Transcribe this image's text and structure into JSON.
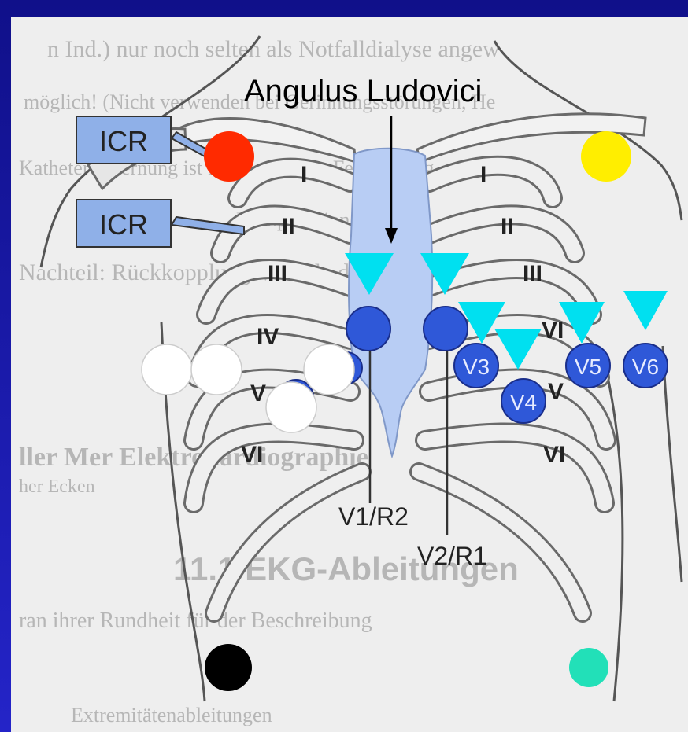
{
  "heading": "Angulus Ludovici",
  "callouts": [
    "ICR",
    "ICR"
  ],
  "rib_labels_left": [
    "I",
    "II",
    "III",
    "IV",
    "V",
    "VI"
  ],
  "rib_labels_right": [
    "I",
    "II",
    "III",
    "VI",
    "V",
    "VI"
  ],
  "electrode_labels": [
    "V3",
    "V4",
    "V5",
    "V6"
  ],
  "lead_labels": [
    "V1/R2",
    "V2/R1"
  ],
  "background_text_lines": [
    "n Ind.) nur noch selten als Notfalldialyse angew",
    "möglich! (Nicht verwenden bei Gerinnungsstörungen, He",
    "Katheterentfernung ist für die Gefahr, Fehlstellung",
    "Komplikation",
    "Nachteil: Rückkopplungsvorteile der Hämodia",
    "ller Mer Elektrokardiographie",
    "her Ecken",
    "11.1 EKG-Ableitungen",
    "ran ihrer Rundheit für der Beschreibung",
    "Extremitätenableitungen"
  ],
  "colors": {
    "frame": "#1a1aa8",
    "red_electrode": "#ff2a00",
    "yellow_electrode": "#ffee00",
    "black_electrode": "#000000",
    "green_electrode": "#22e0b8",
    "chest_electrode": "#2f58d8",
    "marker": "#00e0f0",
    "bone_fill": "#f4f4f4",
    "bone_stroke": "#707070",
    "sternum": "#b8cdf4"
  }
}
